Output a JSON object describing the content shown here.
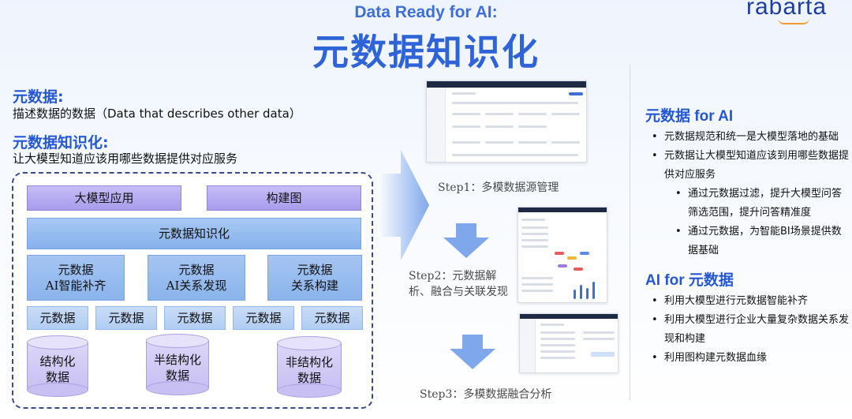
{
  "header": {
    "logo_text": "rabarta",
    "eyebrow": "Data Ready for AI:",
    "title": "元数据知识化"
  },
  "definitions": {
    "metadata_heading": "元数据:",
    "metadata_desc": "描述数据的数据（Data that describes other data）",
    "knowledge_heading": "元数据知识化:",
    "knowledge_desc": "让大模型知道应该用哪些数据提供对应服务"
  },
  "diagram": {
    "top_left": "大模型应用",
    "top_right": "构建图",
    "middle_bar": "元数据知识化",
    "mid_boxes": [
      "元数据\nAI智能补齐",
      "元数据\nAI关系发现",
      "元数据\n关系构建"
    ],
    "small_boxes": [
      "元数据",
      "元数据",
      "元数据",
      "元数据",
      "元数据"
    ],
    "cylinders": [
      "结构化\n数据",
      "半结构化\n数据",
      "非结构化\n数据"
    ]
  },
  "steps": [
    "Step1：多模数据源管理",
    "Step2：元数据解析、融合与关联发现",
    "Step3：多模数据融合分析"
  ],
  "right_panel": {
    "section1_title": "元数据 for AI",
    "section1_items": [
      "元数据规范和统一是大模型落地的基础",
      "元数据让大模型知道应该到用哪些数据提供对应服务"
    ],
    "section1_subitems": [
      "通过元数据过滤，提升大模型问答筛选范围，提升问答精准度",
      "通过元数据，为智能BI场景提供数据基础"
    ],
    "section2_title": "AI for 元数据",
    "section2_items": [
      "利用大模型进行元数据智能补齐",
      "利用大模型进行企业大量复杂数据关系发现和构建",
      "利用图构建元数据血缘"
    ]
  },
  "colors": {
    "title_blue": "#2f63d8",
    "heading_blue": "#2457d3",
    "purple_box": "#b3a9ef",
    "blue_box": "#8ab4ec",
    "arrow_blue": "#7fa8ec"
  }
}
